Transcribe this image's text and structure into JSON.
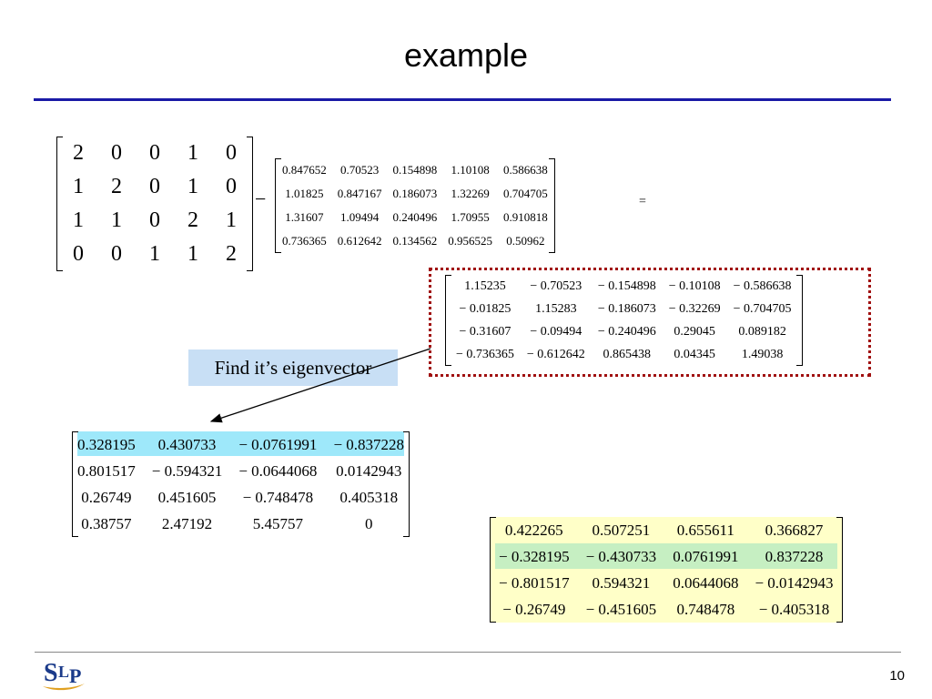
{
  "title": "example",
  "callout": "Find it’s eigenvector",
  "page_number": "10",
  "logo_text": "SLP",
  "operators": {
    "minus": "−",
    "equals": "="
  },
  "matrix_A": [
    [
      "2",
      "0",
      "0",
      "1",
      "0"
    ],
    [
      "1",
      "2",
      "0",
      "1",
      "0"
    ],
    [
      "1",
      "1",
      "0",
      "2",
      "1"
    ],
    [
      "0",
      "0",
      "1",
      "1",
      "2"
    ]
  ],
  "matrix_B": [
    [
      "0.847652",
      "0.70523",
      "0.154898",
      "1.10108",
      "0.586638"
    ],
    [
      "1.01825",
      "0.847167",
      "0.186073",
      "1.32269",
      "0.704705"
    ],
    [
      "1.31607",
      "1.09494",
      "0.240496",
      "1.70955",
      "0.910818"
    ],
    [
      "0.736365",
      "0.612642",
      "0.134562",
      "0.956525",
      "0.50962"
    ]
  ],
  "matrix_C": [
    [
      "1.15235",
      "− 0.70523",
      "− 0.154898",
      "− 0.10108",
      "− 0.586638"
    ],
    [
      "− 0.01825",
      "1.15283",
      "− 0.186073",
      "− 0.32269",
      "− 0.704705"
    ],
    [
      "− 0.31607",
      "− 0.09494",
      "− 0.240496",
      "0.29045",
      "0.089182"
    ],
    [
      "− 0.736365",
      "− 0.612642",
      "0.865438",
      "0.04345",
      "1.49038"
    ]
  ],
  "matrix_D": [
    [
      "0.328195",
      "0.430733",
      "− 0.0761991",
      "− 0.837228"
    ],
    [
      "0.801517",
      "− 0.594321",
      "− 0.0644068",
      "0.0142943"
    ],
    [
      "0.26749",
      "0.451605",
      "− 0.748478",
      "0.405318"
    ],
    [
      "0.38757",
      "2.47192",
      "5.45757",
      "0"
    ]
  ],
  "matrix_E": [
    [
      "0.422265",
      "0.507251",
      "0.655611",
      "0.366827"
    ],
    [
      "− 0.328195",
      "− 0.430733",
      "0.0761991",
      "0.837228"
    ],
    [
      "− 0.801517",
      "0.594321",
      "0.0644068",
      "− 0.0142943"
    ],
    [
      "− 0.26749",
      "− 0.451605",
      "0.748478",
      "− 0.405318"
    ]
  ],
  "colors": {
    "title_rule": "#1a1aa6",
    "callout_bg": "#c8dff5",
    "dotted_border": "#a01010",
    "highlight_blue": "#9ee8fa",
    "highlight_green": "#c6efc2",
    "yellow_bg": "#ffffc8"
  }
}
